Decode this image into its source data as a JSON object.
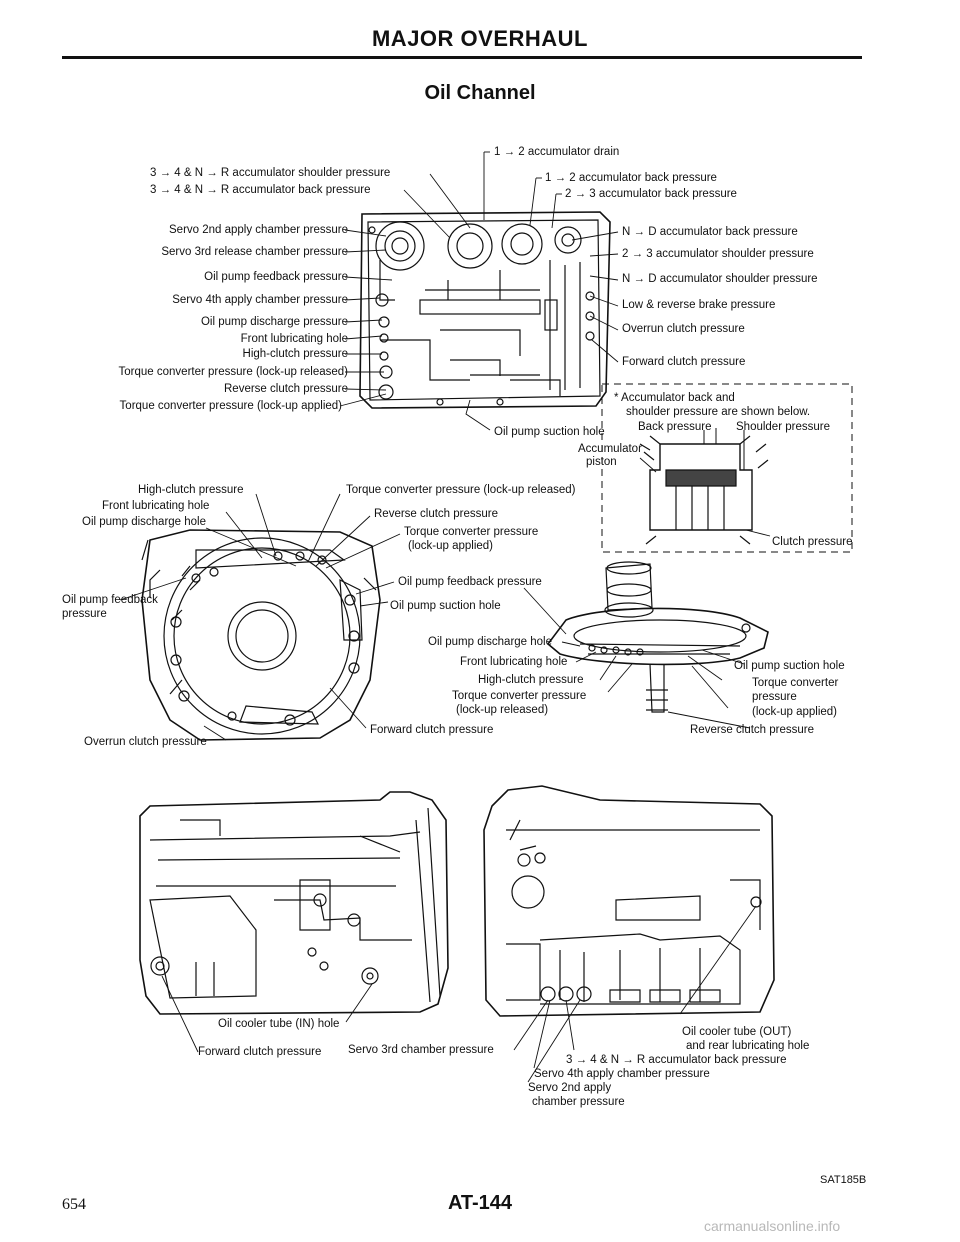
{
  "header": {
    "section": "MAJOR OVERHAUL",
    "title": "Oil Channel"
  },
  "fig1": {
    "left_labels": [
      "3 → 4 & N → R accumulator shoulder pressure",
      "3 → 4 & N → R accumulator back pressure",
      "Servo 2nd apply chamber pressure",
      "Servo 3rd release chamber pressure",
      "Oil pump feedback pressure",
      "Servo 4th apply chamber pressure",
      "Oil pump discharge pressure",
      "Front lubricating hole",
      "High-clutch pressure",
      "Torque converter pressure (lock-up released)",
      "Reverse clutch pressure",
      "Torque converter pressure (lock-up applied)"
    ],
    "top_labels": [
      "1 → 2 accumulator drain",
      "1 → 2 accumulator back pressure",
      "2 → 3 accumulator back pressure"
    ],
    "right_labels": [
      "N → D accumulator back pressure",
      "2 → 3 accumulator shoulder pressure",
      "N → D accumulator shoulder pressure",
      "Low & reverse brake pressure",
      "Overrun clutch pressure",
      "Forward clutch pressure"
    ],
    "bottom_label": "Oil pump suction hole"
  },
  "inset": {
    "note_line1": "* Accumulator back and",
    "note_line2": "shoulder pressure are shown below.",
    "back_pressure": "Back pressure",
    "shoulder_pressure": "Shoulder pressure",
    "accumulator": "Accumulator",
    "piston": "piston",
    "clutch_pressure": "Clutch pressure"
  },
  "fig2": {
    "high_clutch": "High-clutch pressure",
    "front_lub": "Front lubricating hole",
    "pump_discharge": "Oil pump discharge hole",
    "pump_feedback_1": "Oil pump feedback",
    "pump_feedback_2": "pressure",
    "overrun": "Overrun clutch pressure",
    "tc_released": "Torque converter pressure (lock-up released)",
    "reverse": "Reverse clutch pressure",
    "tc_applied_1": "Torque converter pressure",
    "tc_applied_2": "(lock-up applied)",
    "feedback_right": "Oil pump feedback pressure",
    "suction_right": "Oil pump suction hole",
    "forward": "Forward clutch pressure"
  },
  "fig3": {
    "discharge": "Oil pump discharge hole",
    "front_lub": "Front lubricating hole",
    "high_clutch": "High-clutch pressure",
    "tc_released_1": "Torque converter pressure",
    "tc_released_2": "(lock-up released)",
    "suction": "Oil pump suction hole",
    "tc_applied_1": "Torque converter",
    "tc_applied_2": "pressure",
    "tc_applied_3": "(lock-up applied)",
    "reverse": "Reverse clutch pressure"
  },
  "fig4": {
    "cooler_in": "Oil cooler tube (IN) hole",
    "forward": "Forward clutch pressure",
    "servo3": "Servo 3rd chamber pressure"
  },
  "fig5": {
    "cooler_out_1": "Oil cooler tube (OUT)",
    "cooler_out_2": "and rear lubricating hole",
    "acc_back": "3 → 4 & N → R accumulator back pressure",
    "servo4": "Servo 4th apply chamber pressure",
    "servo2_1": "Servo 2nd apply",
    "servo2_2": "chamber pressure"
  },
  "footer": {
    "code": "SAT185B",
    "page_left": "654",
    "page_center": "AT-144",
    "watermark": "carmanualsonline.info"
  }
}
